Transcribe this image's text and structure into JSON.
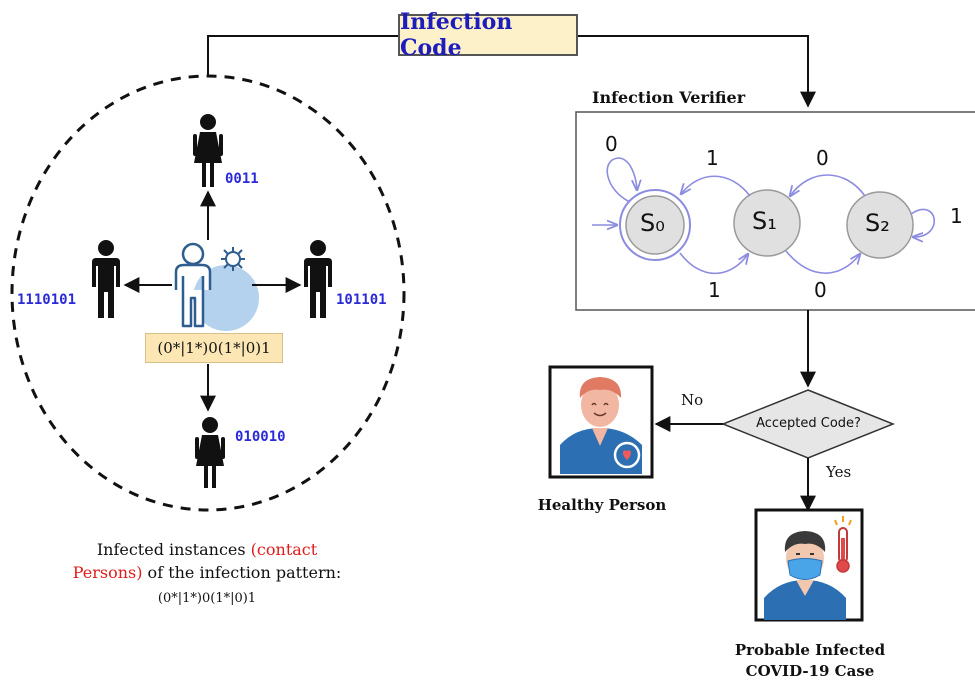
{
  "header": {
    "title": "Infection Code"
  },
  "contacts": {
    "pattern": "(0*|1*)0(1*|0)1",
    "codes": {
      "top": "0011",
      "left": "1110101",
      "right": "101101",
      "bottom": "010010"
    }
  },
  "caption": {
    "part1": "Infected instances ",
    "highlight1": "(contact",
    "highlight2": "Persons)",
    "part2": " of the infection pattern:",
    "pattern": "(0*|1*)0(1*|0)1"
  },
  "verifier": {
    "title": "Infection Verifier",
    "states": [
      "S₀",
      "S₁",
      "S₂"
    ],
    "edges": {
      "s0_loop": "0",
      "s1_to_s0": "1",
      "s2_to_s1": "0",
      "s0_to_s1": "1",
      "s1_to_s2": "0",
      "s2_loop": "1"
    }
  },
  "decision": {
    "question": "Accepted Code?",
    "no_label": "No",
    "yes_label": "Yes",
    "healthy_label": "Healthy Person",
    "infected_label_1": "Probable Infected",
    "infected_label_2": "COVID-19 Case"
  },
  "colors": {
    "code_blue": "#2a2ad8",
    "title_bg": "#fdf1c9",
    "highlight_red": "#e01b1b",
    "state_fill": "#e0e0e0",
    "fsm_arrow": "#8c8ce0"
  }
}
